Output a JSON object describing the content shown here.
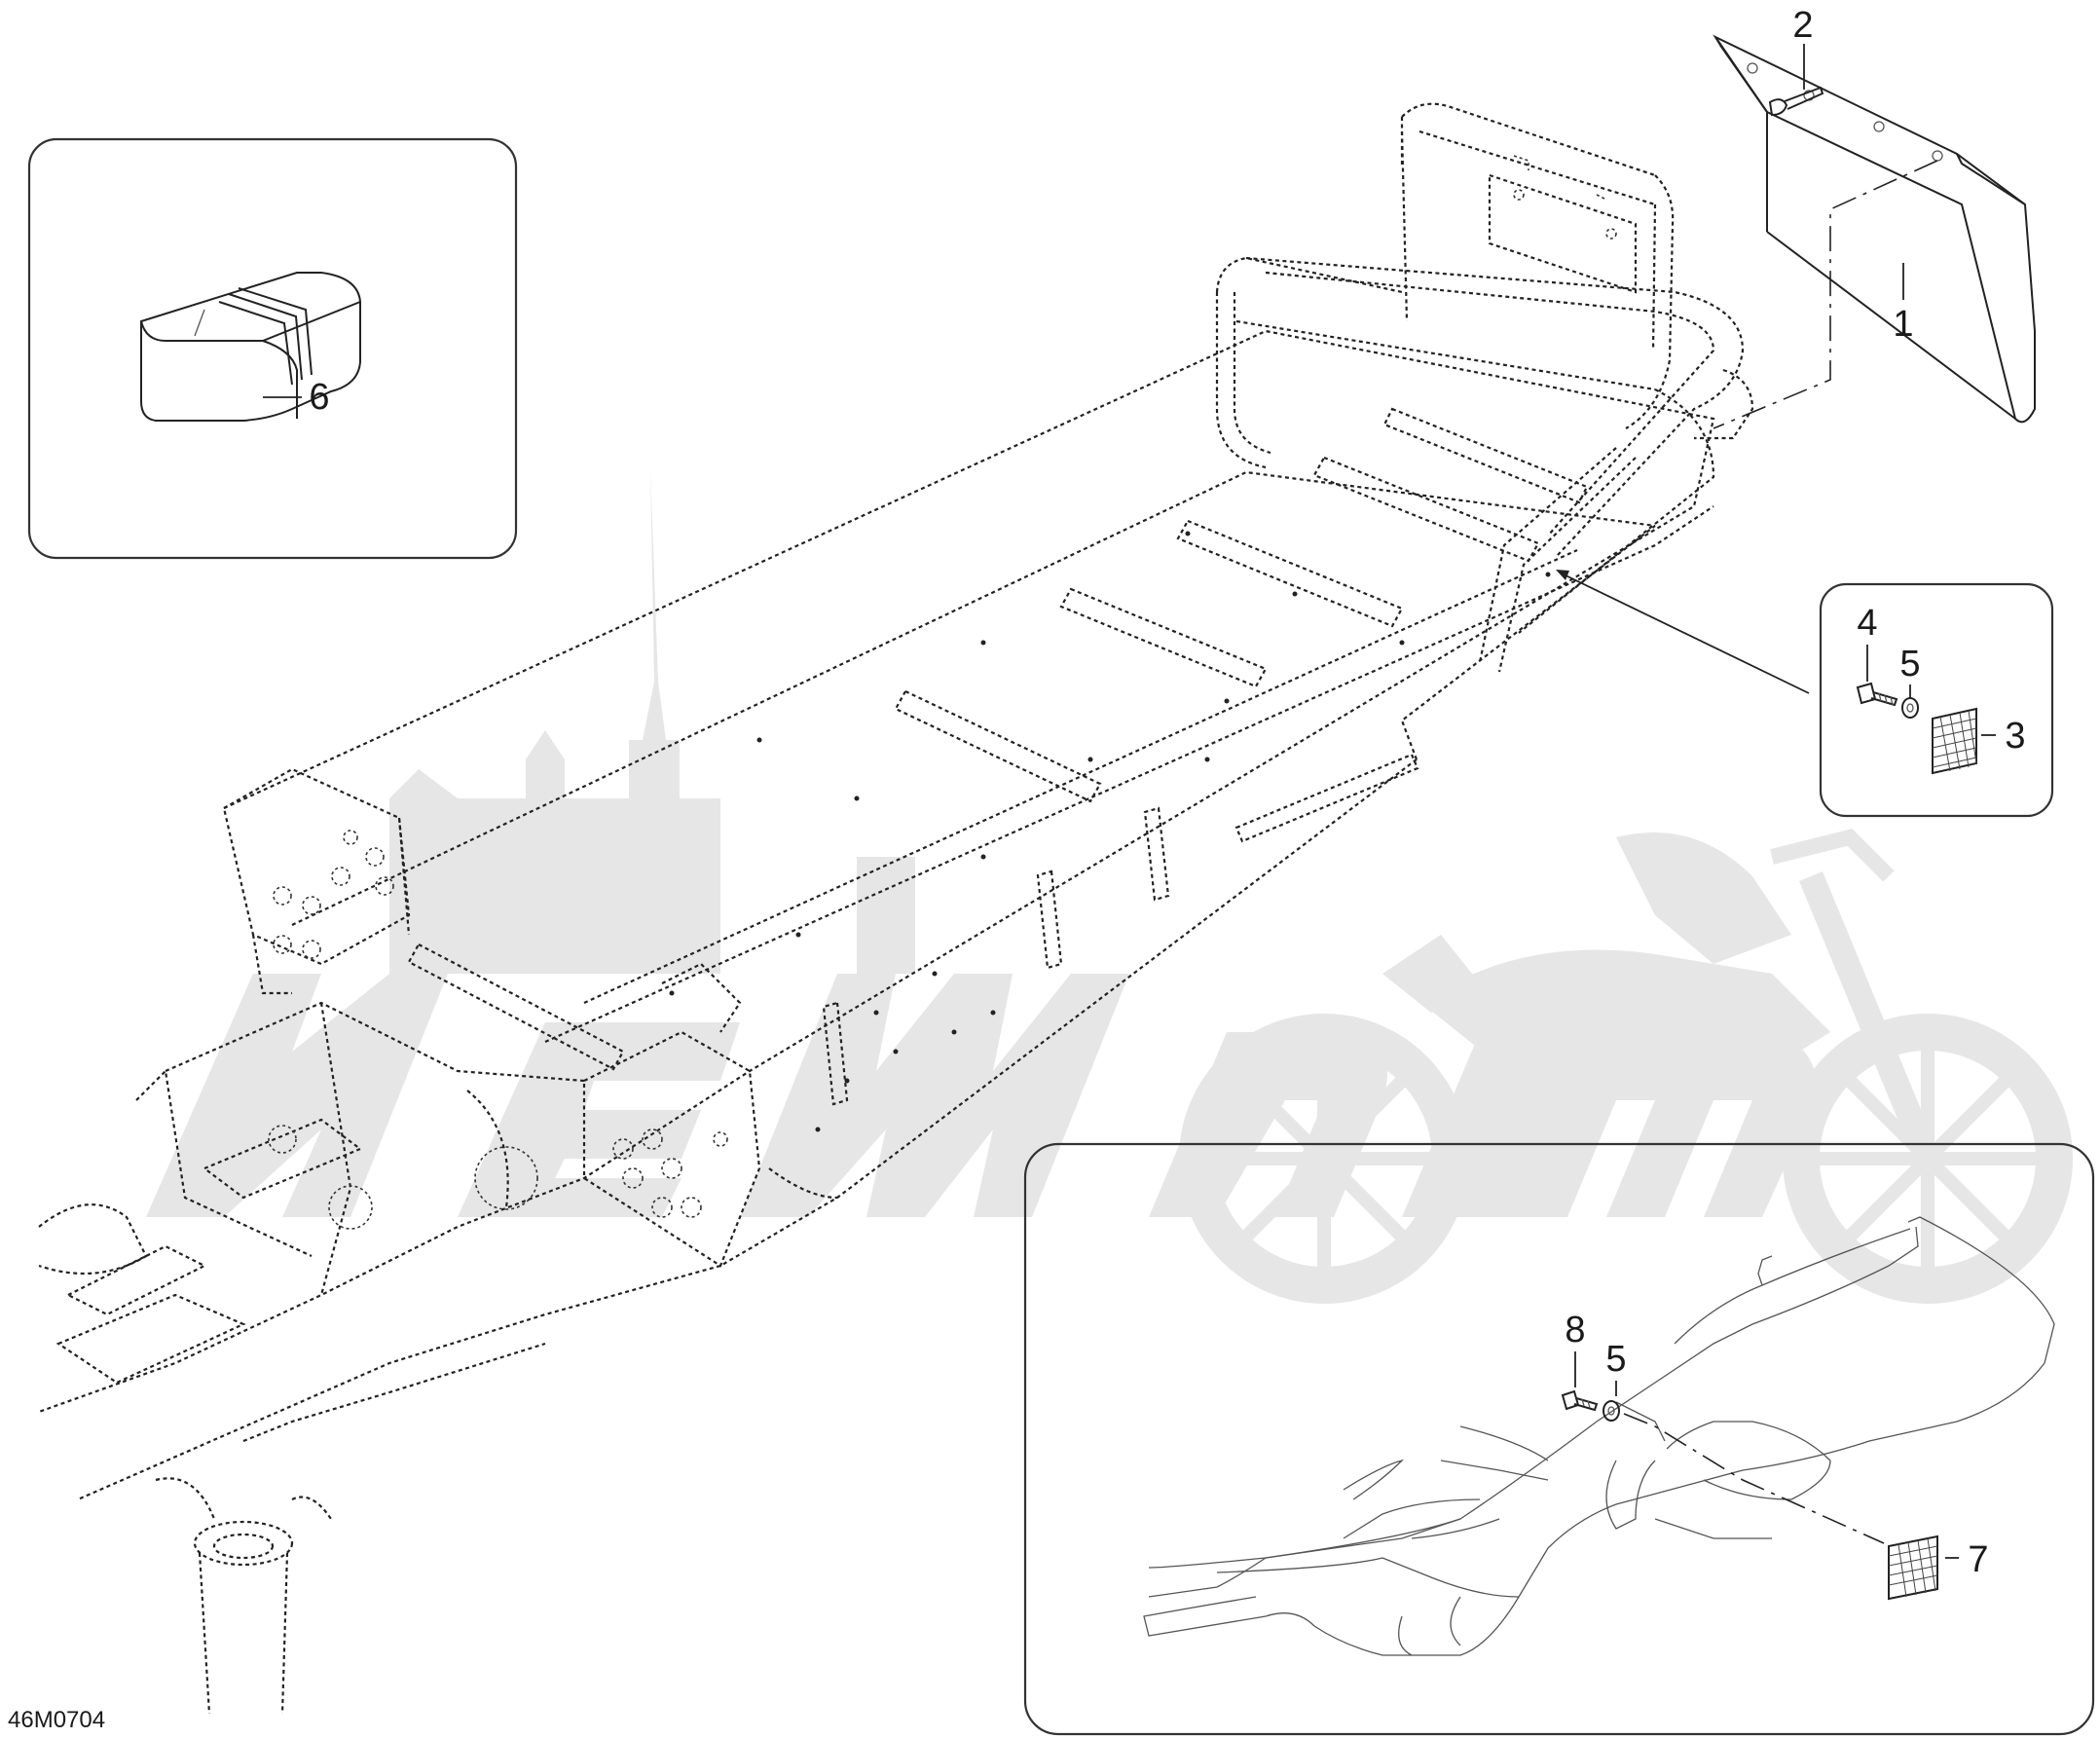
{
  "diagram_code": "46M0704",
  "callouts": {
    "c1": "1",
    "c2": "2",
    "c3": "3",
    "c4": "4",
    "c5a": "5",
    "c5b": "5",
    "c6": "6",
    "c7": "7",
    "c8": "8"
  },
  "colors": {
    "line": "#222222",
    "watermark": "#e6e6e6",
    "background": "#ffffff"
  },
  "watermark": {
    "description_icons": [
      "motorcycle-watermark-icon",
      "city-skyline-watermark-icon"
    ]
  }
}
